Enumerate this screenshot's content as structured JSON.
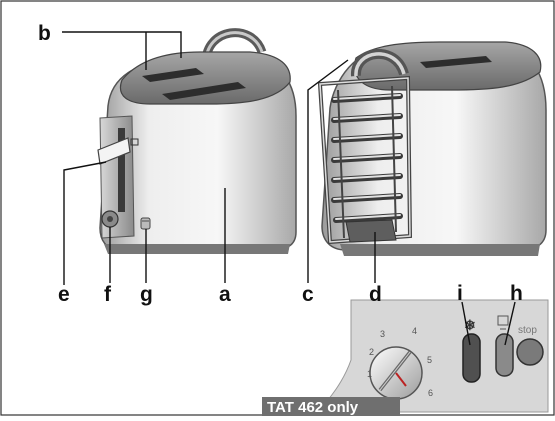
{
  "callouts": {
    "a": "a",
    "b": "b",
    "c": "c",
    "d": "d",
    "e": "e",
    "f": "f",
    "g": "g",
    "h": "h",
    "i": "i"
  },
  "panel": {
    "dial_numbers": [
      "1",
      "2",
      "3",
      "4",
      "5",
      "6"
    ],
    "stop_label": "stop",
    "badge": "TAT 462 only"
  },
  "colors": {
    "outline": "#111111",
    "body_light": "#e6e6e6",
    "body_mid": "#bdbdbd",
    "body_dark": "#6e6e6e",
    "top_plate": "#8c8c8c",
    "badge_bg": "#6f6f6f",
    "badge_text": "#ffffff"
  }
}
